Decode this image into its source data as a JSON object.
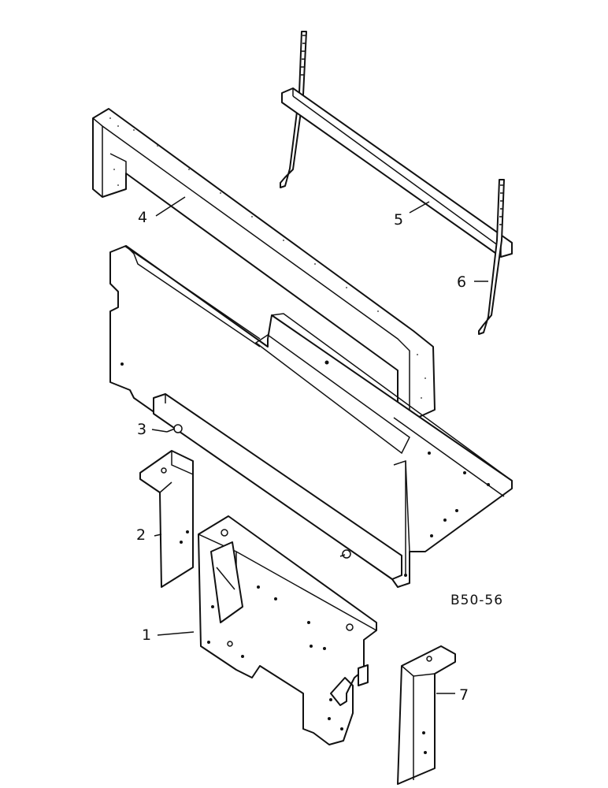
{
  "figure_code": "B50-56",
  "callouts": [
    {
      "id": "1",
      "label": "1"
    },
    {
      "id": "2",
      "label": "2"
    },
    {
      "id": "3",
      "label": "3"
    },
    {
      "id": "4",
      "label": "4"
    },
    {
      "id": "5",
      "label": "5"
    },
    {
      "id": "6",
      "label": "6"
    },
    {
      "id": "7",
      "label": "7"
    }
  ]
}
